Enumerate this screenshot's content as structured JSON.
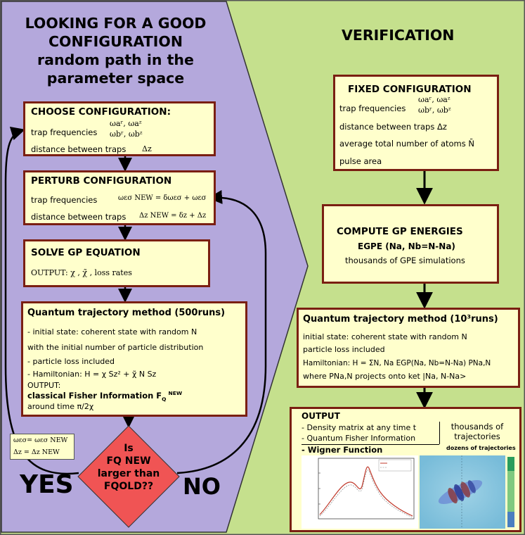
{
  "colors": {
    "left_panel": "#b4a8dc",
    "right_panel": "#c5e08d",
    "box_fill": "#ffffcc",
    "box_border": "#7a1f12",
    "decision_fill": "#f05454"
  },
  "left": {
    "title_lines": [
      "LOOKING FOR A GOOD",
      "CONFIGURATION",
      "random path in the",
      "parameter space"
    ],
    "choose": {
      "title": "CHOOSE CONFIGURATION:",
      "trap_label": "trap frequencies",
      "trap_symbols_1": "ωaʳ, ωaᶻ",
      "trap_symbols_2": "ωbʳ, ωbᶻ",
      "distance_label": "distance between traps",
      "distance_symbol": "Δz"
    },
    "perturb": {
      "title": "PERTURB CONFIGURATION",
      "trap_label": "trap frequencies",
      "trap_formula": "ωεσ NEW = δωεσ + ωεσ",
      "distance_label": "distance between traps",
      "distance_formula": "Δz NEW = δz + Δz"
    },
    "solve": {
      "title": "SOLVE GP EQUATION",
      "output": "OUTPUT:   χ  ,  χ̃  ,  loss rates"
    },
    "quantum": {
      "title": "Quantum trajectory method (500runs)",
      "lines": [
        "  - initial state: coherent state with random N",
        "with the initial number of particle distribution",
        "  - particle loss included",
        "  - Hamiltonian: H = χ Sz² +  χ̃ N Sz",
        "OUTPUT:"
      ],
      "fisher": "classical Fisher Information F",
      "fisher_sub": "Q",
      "fisher_sup": "NEW",
      "around": "around time  π/2χ"
    },
    "update": {
      "line1": "ωεσ=  ωεσ NEW",
      "line2": "Δz  = Δz NEW"
    },
    "decision": {
      "line1": "Is",
      "line2": "FQ NEW",
      "line3": "larger than",
      "line4": "FQOLD??"
    },
    "yes": "YES",
    "no": "NO"
  },
  "right": {
    "title": "VERIFICATION",
    "fixed": {
      "title": "FIXED CONFIGURATION",
      "trap_label": "trap frequencies",
      "trap_symbols_1": "ωaʳ, ωaᶻ",
      "trap_symbols_2": "ωbʳ, ωbᶻ",
      "distance": "distance between traps  Δz",
      "average": "average total number of atoms N̄",
      "pulse": "pulse area"
    },
    "compute": {
      "title": "COMPUTE  GP ENERGIES",
      "formula": "EGPE (Na, Nb=N-Na)",
      "sub": "thousands of GPE simulations"
    },
    "quantum": {
      "title": "Quantum trajectory method (10³runs)",
      "lines": [
        "initial state: coherent state with random N",
        "  particle loss included",
        "  Hamiltonian:  H = ΣN, Na EGP(Na, Nb=N-Na) PNa,N",
        "where PNa,N projects onto ket |Na, N-Na>"
      ]
    },
    "output": {
      "title": "OUTPUT",
      "item1": "- Density matrix at any time t",
      "item2": "- Quantum Fisher Information",
      "item3": "- Wigner Function",
      "thousands": "thousands of trajectories",
      "dozens": "dozens of trajectories"
    }
  }
}
